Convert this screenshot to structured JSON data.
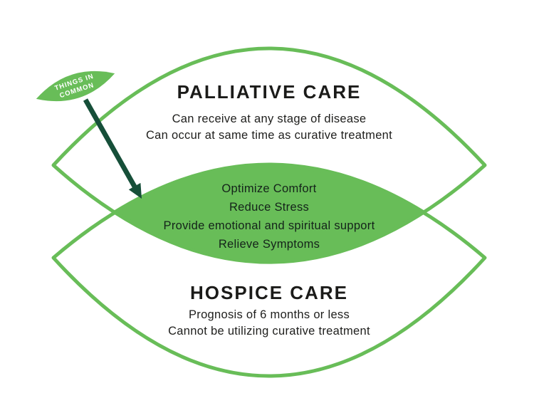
{
  "colors": {
    "lens_green": "#68bd58",
    "arrow_dark_green": "#164f39",
    "text_dark": "#1b1b19",
    "leaf_text_white": "#ffffff",
    "background": "#ffffff"
  },
  "leaf_label": {
    "line1": "THINGS IN",
    "line2": "COMMON"
  },
  "palliative": {
    "title": "PALLIATIVE CARE",
    "lines": [
      "Can receive at any stage of disease",
      "Can occur at same time as curative treatment"
    ]
  },
  "common": {
    "lines": [
      "Optimize Comfort",
      "Reduce Stress",
      "Provide emotional and spiritual support",
      "Relieve Symptoms"
    ]
  },
  "hospice": {
    "title": "HOSPICE CARE",
    "lines": [
      "Prognosis of 6 months or less",
      "Cannot be utilizing curative treatment"
    ]
  }
}
